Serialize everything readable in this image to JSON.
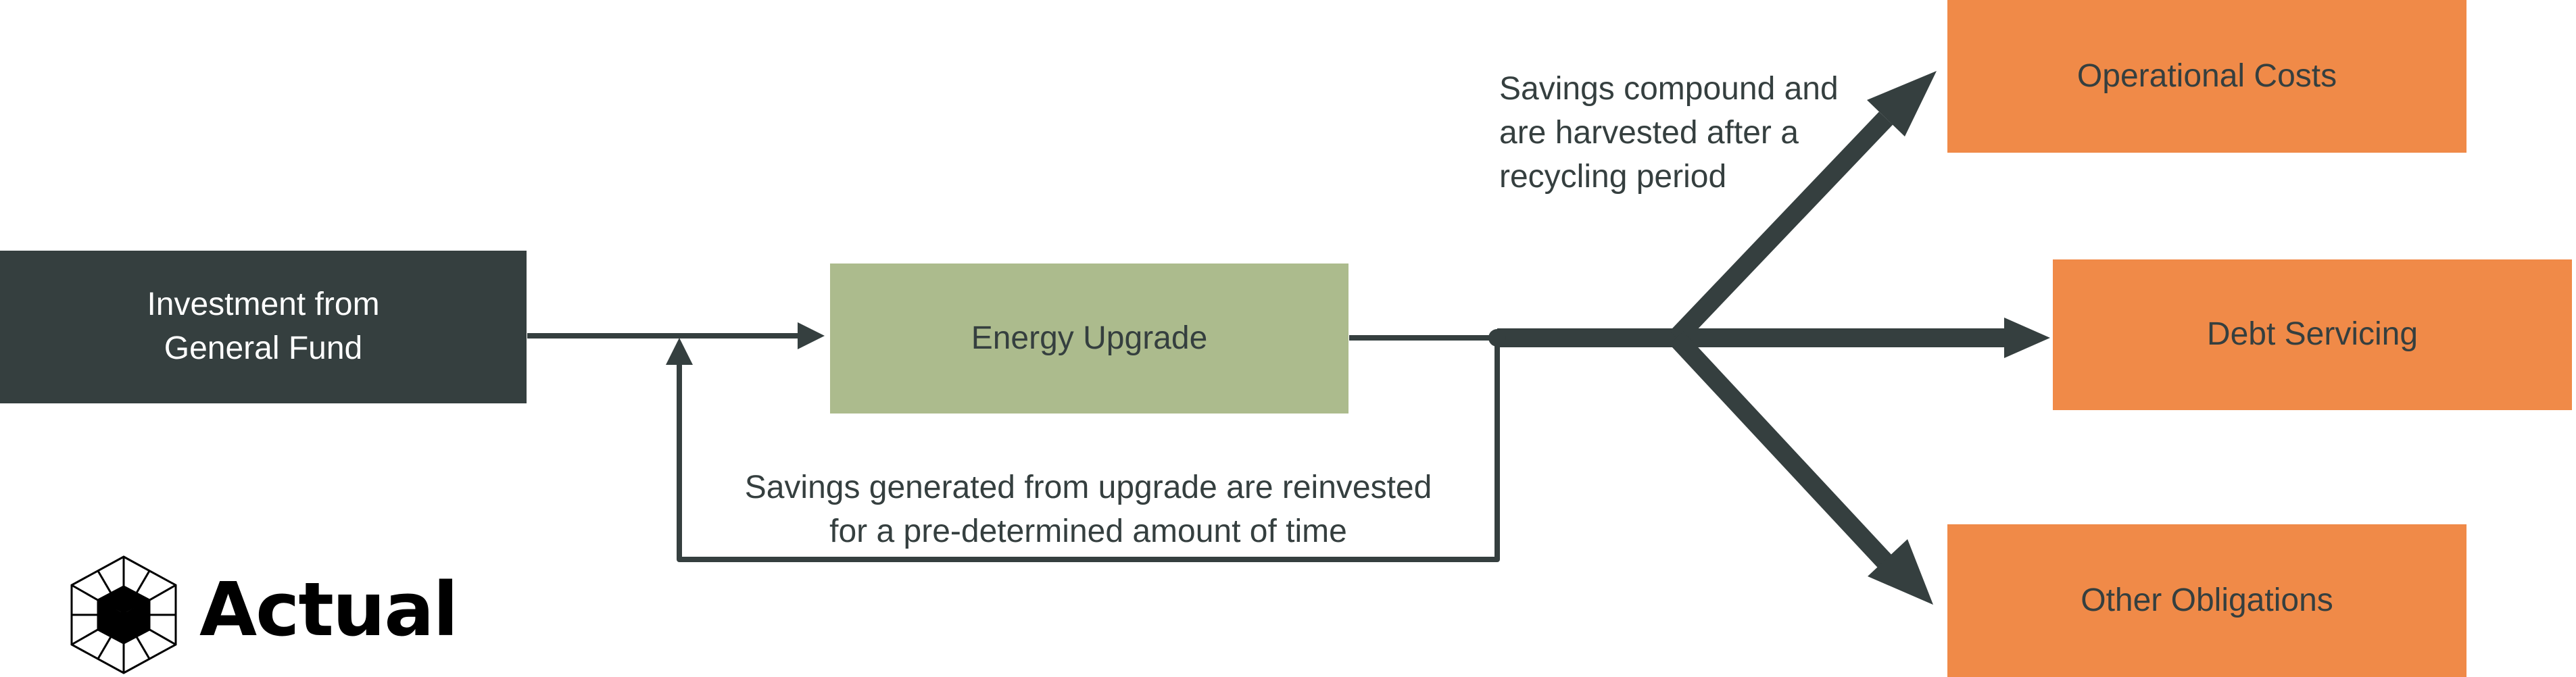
{
  "nodes": {
    "investment": "Investment from General Fund",
    "upgrade": "Energy Upgrade",
    "operational": "Operational Costs",
    "debt": "Debt Servicing",
    "other": "Other Obligations"
  },
  "notes": {
    "compound_line1": "Savings compound and",
    "compound_line2": "are harvested after a",
    "compound_line3": "recycling period",
    "reinvest_line1": "Savings generated from upgrade are reinvested",
    "reinvest_line2": "for a pre-determined amount of time"
  },
  "logo": {
    "name": "Actual",
    "icon": "hexagon-cube-icon"
  },
  "colors": {
    "dark": "#353f3f",
    "green": "#acbb8d",
    "orange": "#f08a48"
  }
}
